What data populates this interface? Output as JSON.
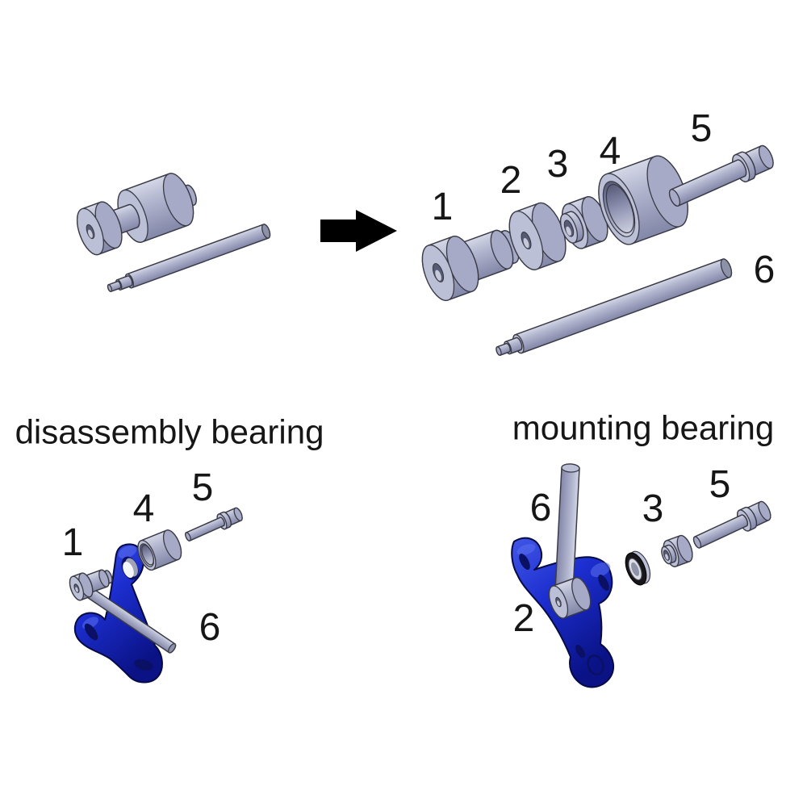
{
  "background": "#ffffff",
  "colors": {
    "background": "#ffffff",
    "part_face": "#bcc0d6",
    "part_body_light": "#d4d7e6",
    "part_body_mid": "#b2b6cf",
    "part_body_dark": "#8387a8",
    "part_far_cap": "#a6aac6",
    "part_outline": "#3a3b47",
    "bore_dark": "#575b78",
    "bore_mid": "#8b8fad",
    "bore_light": "#cdd0e0",
    "hole_dark": "#565a74",
    "hole_light": "#c6c9d8",
    "rod_end": "#8e92a8",
    "bracket_light": "#4257e6",
    "bracket_mid": "#1c2ecf",
    "bracket_dark": "#0a1285",
    "bracket_outline": "#060a45",
    "slot_dark": "#0a1064",
    "seal_black": "#17171b",
    "arrow": "#000000",
    "text": "#161616"
  },
  "icons": {
    "transform_arrow": "right-arrow"
  },
  "exploded_view": {
    "part_labels": [
      "1",
      "2",
      "3",
      "4",
      "5",
      "6"
    ]
  },
  "disassembly_diagram": {
    "title": "disassembly bearing",
    "part_labels": {
      "p1": "1",
      "p4": "4",
      "p5": "5",
      "p6": "6"
    }
  },
  "mounting_diagram": {
    "title": "mounting bearing",
    "part_labels": {
      "p6": "6",
      "p3": "3",
      "p5": "5",
      "p2": "2"
    }
  }
}
